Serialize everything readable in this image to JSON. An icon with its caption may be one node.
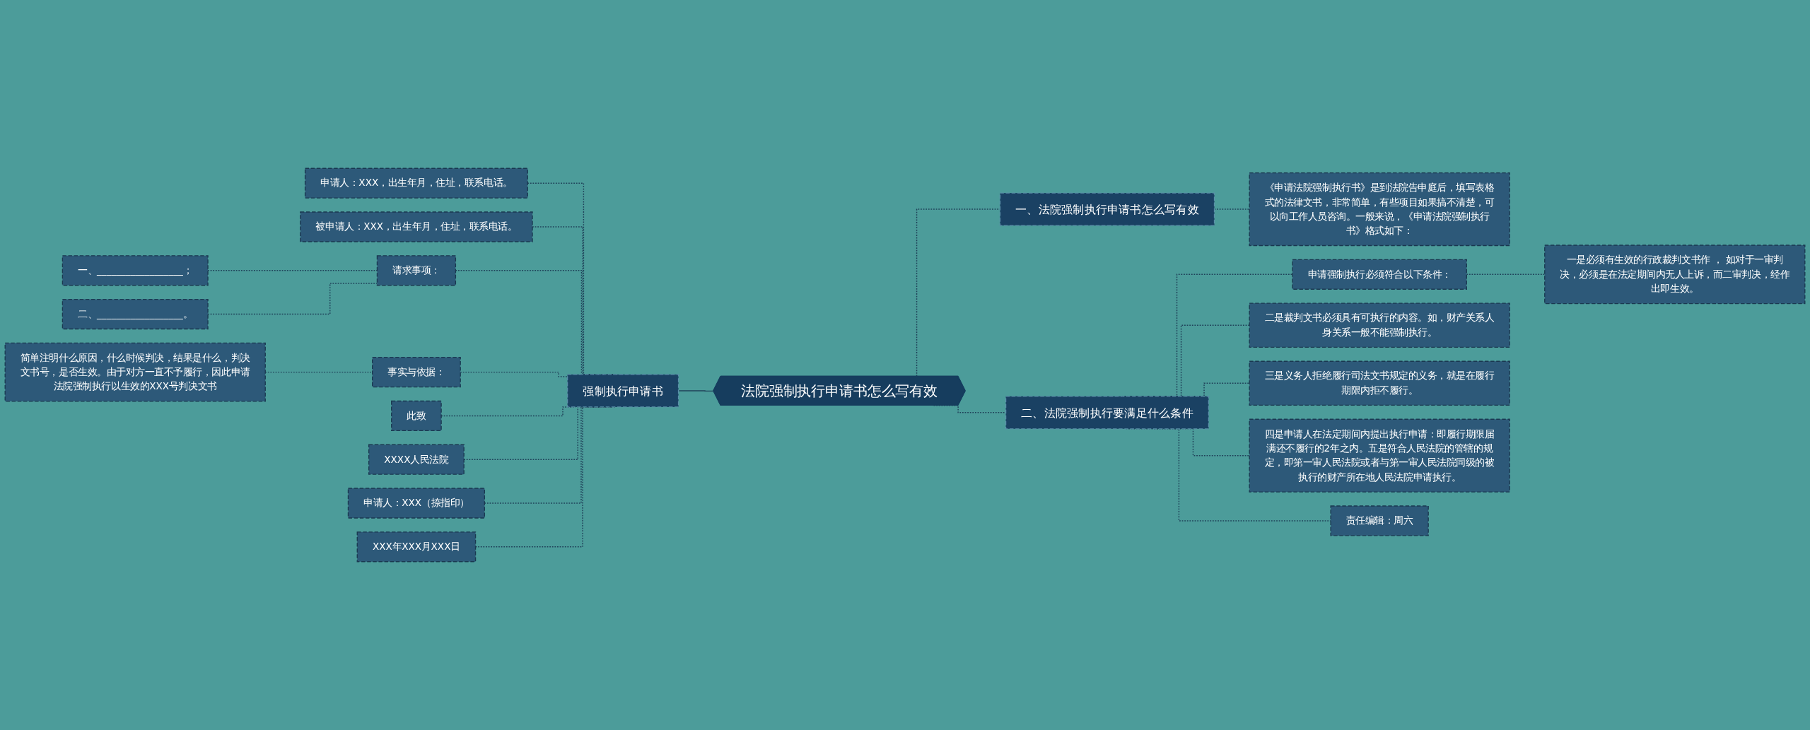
{
  "diagram": {
    "nodes": [
      {
        "text": [
          "法院强制执行申请书怎么写有效"
        ]
      },
      {
        "text": [
          "强制执行申请书"
        ]
      },
      {
        "text": [
          "申请人：XXX，出生年月，住址，联系电话。"
        ]
      },
      {
        "text": [
          "被申请人：XXX，出生年月，住址，联系电话。"
        ]
      },
      {
        "text": [
          "请求事项："
        ]
      },
      {
        "text": [
          "一、__________________；"
        ]
      },
      {
        "text": [
          "二、__________________。"
        ]
      },
      {
        "text": [
          "事实与依据："
        ]
      },
      {
        "text": [
          "简单注明什么原因，什么时候判决，结果是什么，判决文书号，是否生效。由于对方一直不予履行，因此申请法院强制执行以生效的XXX号判决文书"
        ]
      },
      {
        "text": [
          "此致"
        ]
      },
      {
        "text": [
          "XXXX人民法院"
        ]
      },
      {
        "text": [
          "申请人：XXX（捺指印）"
        ]
      },
      {
        "text": [
          "XXX年XXX月XXX日"
        ]
      },
      {
        "text": [
          "一、法院强制执行申请书怎么写有效"
        ]
      },
      {
        "text": [
          "《申请法院强制执行书》是到法院告申庭后，填写表格式的法律文书，非常简单，有些项目如果搞不清楚，可以向工作人员咨询。一般来说，《申请法院强制执行书》格式如下："
        ]
      },
      {
        "text": [
          "二、法院强制执行要满足什么条件"
        ]
      },
      {
        "text": [
          "申请强制执行必须符合以下条件："
        ]
      },
      {
        "text": [
          "一是必须有生效的行政裁判文书作 ， 如对于一审判决，必须是在法定期间内无人上诉，而二审判决，经作出即生效。"
        ]
      },
      {
        "text": [
          "二是裁判文书必须具有可执行的内容。如，财产关系人身关系一般不能强制执行。"
        ]
      },
      {
        "text": [
          "三是义务人拒绝履行司法文书规定的义务，就是在履行期限内拒不履行。"
        ]
      },
      {
        "text": [
          "四是申请人在法定期间内提出执行申请：即履行期限届满还不履行的2年之内。五是符合人民法院的管辖的规定，即第一审人民法院或者与第一审人民法院同级的被执行的财产所在地人民法院申请执行。"
        ]
      },
      {
        "text": [
          "责任编辑：周六"
        ]
      }
    ],
    "edges": [
      {
        "from": 1,
        "to": 0,
        "arrow": "none"
      },
      {
        "from": 2,
        "to": 1,
        "arrow": "none",
        "style": "dashed"
      },
      {
        "from": 3,
        "to": 1,
        "arrow": "none",
        "style": "dashed"
      },
      {
        "from": 4,
        "to": 1,
        "arrow": "none",
        "style": "dashed"
      },
      {
        "from": 5,
        "to": 4,
        "arrow": "none",
        "style": "dashed"
      },
      {
        "from": 6,
        "to": 4,
        "arrow": "none",
        "style": "dashed"
      },
      {
        "from": 7,
        "to": 1,
        "arrow": "none",
        "style": "dashed"
      },
      {
        "from": 8,
        "to": 7,
        "arrow": "none",
        "style": "dashed"
      },
      {
        "from": 9,
        "to": 1,
        "arrow": "none",
        "style": "dashed"
      },
      {
        "from": 10,
        "to": 1,
        "arrow": "none",
        "style": "dashed"
      },
      {
        "from": 11,
        "to": 1,
        "arrow": "none",
        "style": "dashed"
      },
      {
        "from": 12,
        "to": 1,
        "arrow": "none",
        "style": "dashed"
      },
      {
        "from": 0,
        "to": 13,
        "arrow": "none",
        "style": "dashed"
      },
      {
        "from": 13,
        "to": 14,
        "arrow": "none",
        "style": "dashed"
      },
      {
        "from": 0,
        "to": 15,
        "arrow": "none",
        "style": "dashed"
      },
      {
        "from": 15,
        "to": 16,
        "arrow": "none",
        "style": "dashed"
      },
      {
        "from": 16,
        "to": 17,
        "arrow": "none",
        "style": "dashed"
      },
      {
        "from": 15,
        "to": 18,
        "arrow": "none",
        "style": "dashed"
      },
      {
        "from": 15,
        "to": 19,
        "arrow": "none",
        "style": "dashed"
      },
      {
        "from": 15,
        "to": 20,
        "arrow": "none",
        "style": "dashed"
      },
      {
        "from": 15,
        "to": 21,
        "arrow": "none",
        "style": "dashed"
      }
    ]
  }
}
